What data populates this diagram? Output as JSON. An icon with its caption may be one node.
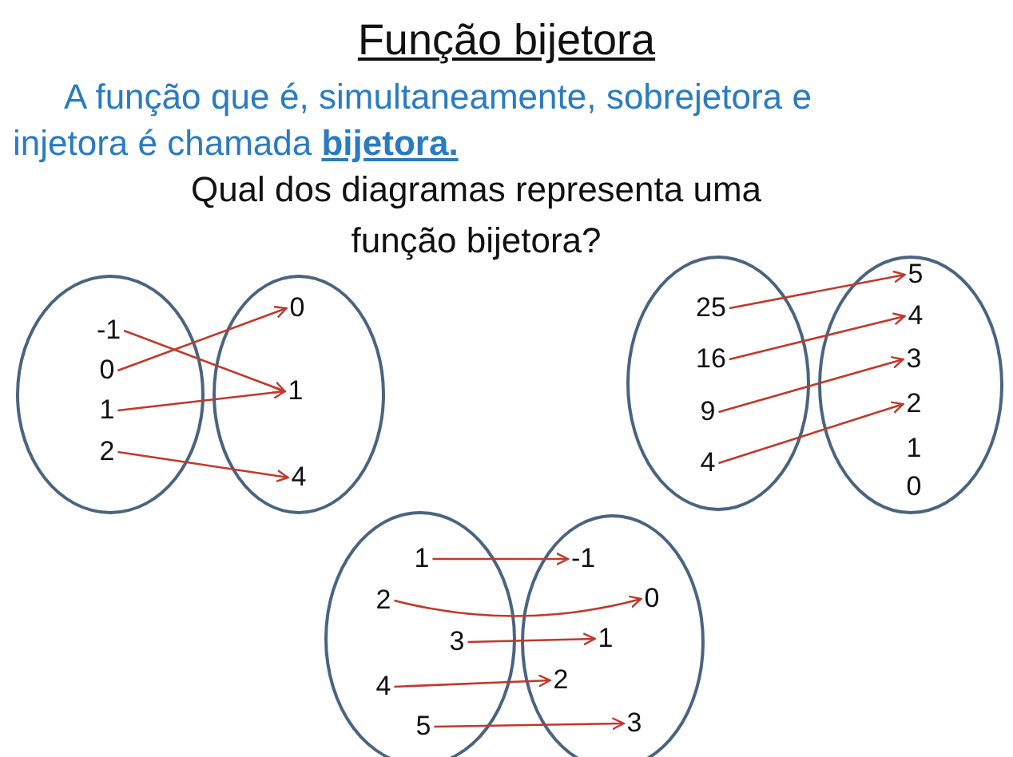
{
  "diagram": {
    "title": "Função bijetora",
    "nodes": [
      {
        "text": [],
        "shape": "ellipse"
      },
      {
        "text": [
          "-1"
        ],
        "in": 0
      },
      {
        "text": [
          "0"
        ],
        "in": 0
      },
      {
        "text": [
          "1"
        ],
        "in": 0
      },
      {
        "text": [
          "2"
        ],
        "in": 0
      },
      {
        "text": [],
        "shape": "ellipse"
      },
      {
        "text": [
          "0"
        ],
        "in": 5
      },
      {
        "text": [
          "1"
        ],
        "in": 5
      },
      {
        "text": [
          "4"
        ],
        "in": 5
      },
      {
        "text": [],
        "shape": "ellipse"
      },
      {
        "text": [
          "25"
        ],
        "in": 9
      },
      {
        "text": [
          "16"
        ],
        "in": 9
      },
      {
        "text": [
          "9"
        ],
        "in": 9
      },
      {
        "text": [
          "4"
        ],
        "in": 9
      },
      {
        "text": [],
        "shape": "ellipse"
      },
      {
        "text": [
          "5"
        ],
        "in": 14
      },
      {
        "text": [
          "4"
        ],
        "in": 14
      },
      {
        "text": [
          "3"
        ],
        "in": 14
      },
      {
        "text": [
          "2"
        ],
        "in": 14
      },
      {
        "text": [
          "1"
        ],
        "in": 14
      },
      {
        "text": [
          "0"
        ],
        "in": 14
      },
      {
        "text": [],
        "shape": "ellipse"
      },
      {
        "text": [
          "1"
        ],
        "in": 21
      },
      {
        "text": [
          "2"
        ],
        "in": 21
      },
      {
        "text": [
          "3"
        ],
        "in": 21
      },
      {
        "text": [
          "4"
        ],
        "in": 21
      },
      {
        "text": [
          "5"
        ],
        "in": 21
      },
      {
        "text": [],
        "shape": "ellipse"
      },
      {
        "text": [
          "-1"
        ],
        "in": 27
      },
      {
        "text": [
          "0"
        ],
        "in": 27
      },
      {
        "text": [
          "1"
        ],
        "in": 27
      },
      {
        "text": [
          "2"
        ],
        "in": 27
      },
      {
        "text": [
          "3"
        ],
        "in": 27
      }
    ],
    "edges": [
      {
        "from": 1,
        "to": 7,
        "arrow": "to"
      },
      {
        "from": 2,
        "to": 6,
        "arrow": "to"
      },
      {
        "from": 3,
        "to": 7,
        "arrow": "to"
      },
      {
        "from": 4,
        "to": 8,
        "arrow": "to"
      },
      {
        "from": 10,
        "to": 15,
        "arrow": "to"
      },
      {
        "from": 11,
        "to": 16,
        "arrow": "to"
      },
      {
        "from": 12,
        "to": 17,
        "arrow": "to"
      },
      {
        "from": 13,
        "to": 18,
        "arrow": "to"
      },
      {
        "from": 22,
        "to": 28,
        "arrow": "to"
      },
      {
        "from": 23,
        "to": 29,
        "arrow": "to"
      },
      {
        "from": 24,
        "to": 30,
        "arrow": "to"
      },
      {
        "from": 25,
        "to": 31,
        "arrow": "to"
      },
      {
        "from": 26,
        "to": 32,
        "arrow": "to"
      }
    ],
    "labels": [
      "A função que é, simultaneamente, sobrejetora e injetora é chamada **bijetora.**",
      "Qual dos diagramas representa uma função bijetora?"
    ]
  }
}
